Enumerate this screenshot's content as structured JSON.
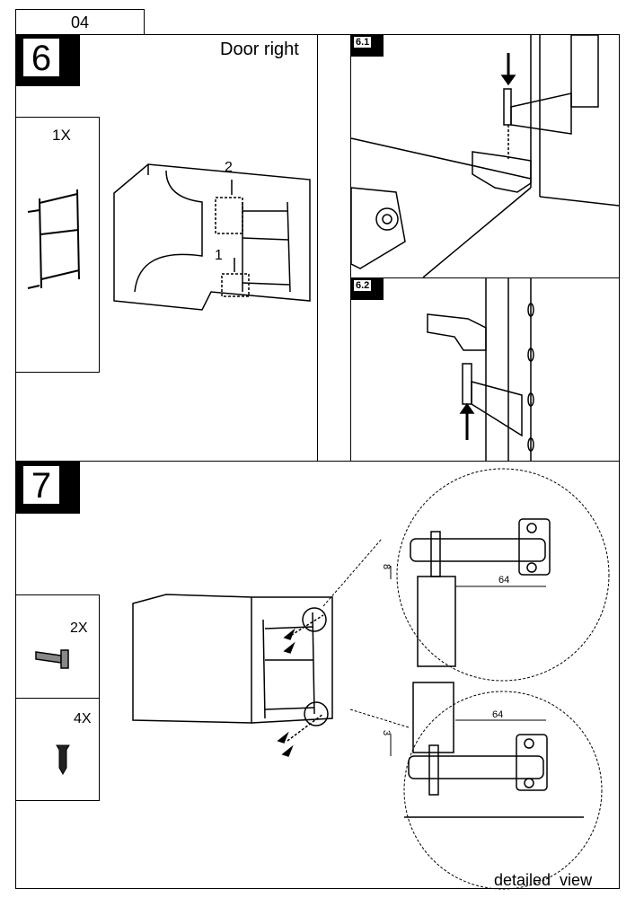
{
  "page": {
    "number": "04"
  },
  "step6": {
    "number": "6",
    "title": "Door right",
    "parts": [
      {
        "quantity": "1X",
        "item": "door-frame-rack"
      }
    ],
    "callouts": [
      "1",
      "2"
    ],
    "substeps": [
      {
        "label": "6.1"
      },
      {
        "label": "6.2"
      }
    ]
  },
  "step7": {
    "number": "7",
    "parts": [
      {
        "quantity": "2X",
        "item": "hinge-bracket"
      },
      {
        "quantity": "4X",
        "item": "screw"
      }
    ],
    "dimensions": {
      "top_offset": "8",
      "top_width": "64",
      "bottom_offset": "3",
      "bottom_width": "64"
    },
    "caption": "detailed  view"
  }
}
